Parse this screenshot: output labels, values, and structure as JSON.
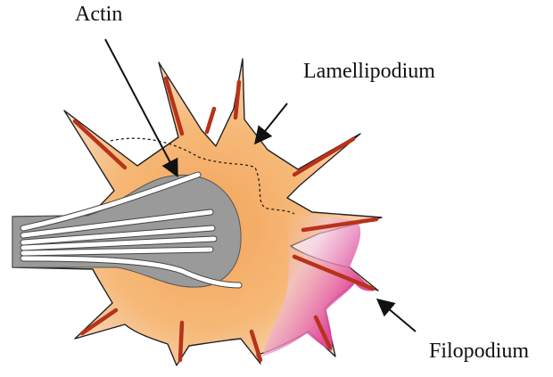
{
  "labels": {
    "actin": "Actin",
    "lamellipodium": "Lamellipodium",
    "filopodium": "Filopodium"
  },
  "colors": {
    "cytoplasm": "#f6b978",
    "lamellipodium_edge": "#e0509c",
    "filopodia_actin": "#b8321a",
    "axon_body": "#9a9a9a",
    "actin_bundles": "#ffffff",
    "outline": "#222222",
    "arrow": "#111111"
  }
}
